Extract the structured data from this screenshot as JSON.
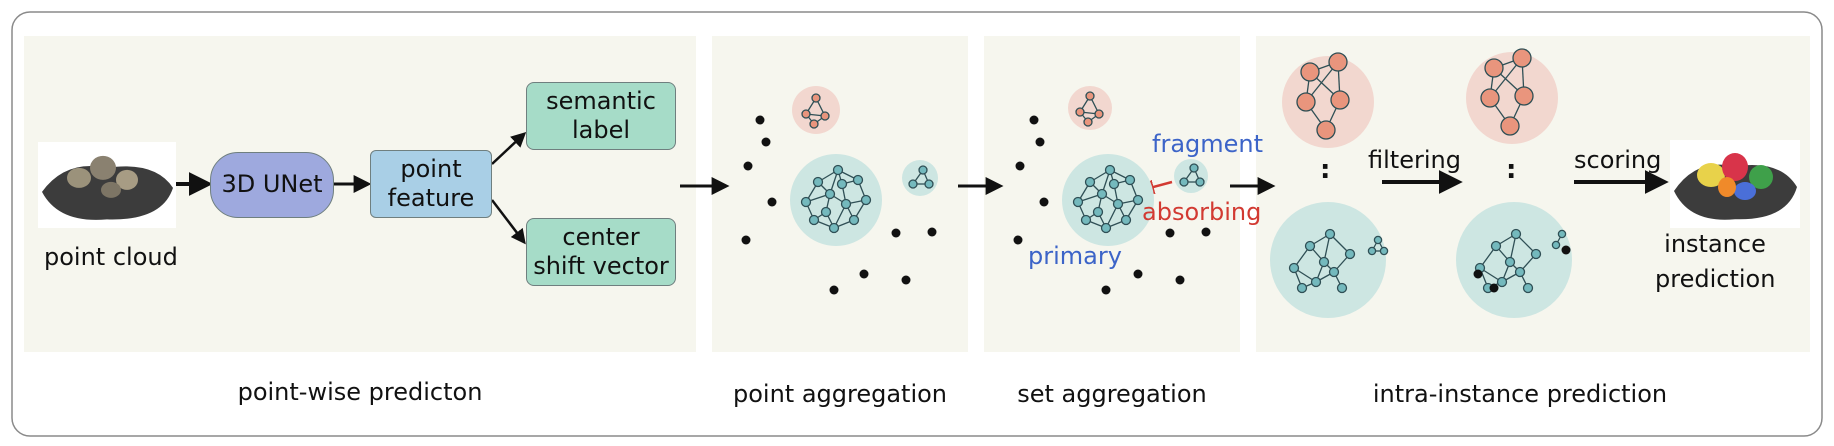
{
  "inputs": {
    "point_cloud_label": "point cloud"
  },
  "modules": {
    "unet": "3D UNet",
    "point_feature": [
      "point",
      "feature"
    ],
    "semantic_label": [
      "semantic",
      "label"
    ],
    "center_shift_vector": [
      "center",
      "shift vector"
    ]
  },
  "annotations": {
    "fragment": "fragment",
    "absorbing": "absorbing",
    "primary": "primary",
    "filtering": "filtering",
    "scoring": "scoring",
    "vertical_dots": ":"
  },
  "outputs": {
    "instance_prediction": [
      "instance",
      "prediction"
    ]
  },
  "sections": {
    "point_wise": "point-wise predicton",
    "point_aggregation": "point aggregation",
    "set_aggregation": "set aggregation",
    "intra_instance": "intra-instance prediction"
  },
  "colors": {
    "panel_bg": "#f6f6ee",
    "unet_fill": "#9ea9de",
    "feature_fill": "#a9cfe6",
    "output_fill": "#a6dcc8",
    "cluster_teal": "#cde6e2",
    "cluster_salmon": "#f2d7cf",
    "node_teal": "#74b9bd",
    "node_salmon": "#e9957d",
    "label_blue": "#3c64c8",
    "label_red": "#d23a32"
  }
}
